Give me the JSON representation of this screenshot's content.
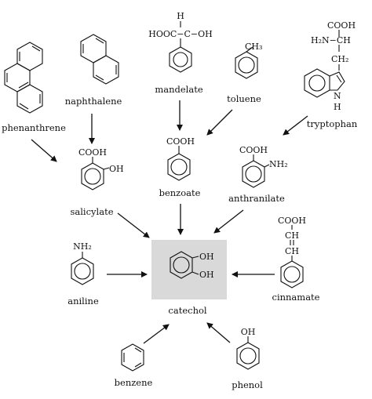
{
  "compounds": {
    "phenanthrene": "phenanthrene",
    "naphthalene": "naphthalene",
    "mandelate": "mandelate",
    "toluene": "toluene",
    "tryptophan": "tryptophan",
    "salicylate": "salicylate",
    "benzoate": "benzoate",
    "anthranilate": "anthranilate",
    "aniline": "aniline",
    "catechol": "catechol",
    "cinnamate": "cinnamate",
    "benzene": "benzene",
    "phenol": "phenol"
  },
  "groups": {
    "h": "H",
    "hoocc": "HOOC−C−OH",
    "ch3": "CH₃",
    "cooh": "COOH",
    "h2n": "H₂N−CH",
    "ch2": "CH₂",
    "nh": "N",
    "nh_h": "H",
    "oh": "OH",
    "nh2": "NH₂",
    "ch": "CH"
  },
  "colors": {
    "target_box": "#d9d9d9",
    "ink": "#111111"
  }
}
